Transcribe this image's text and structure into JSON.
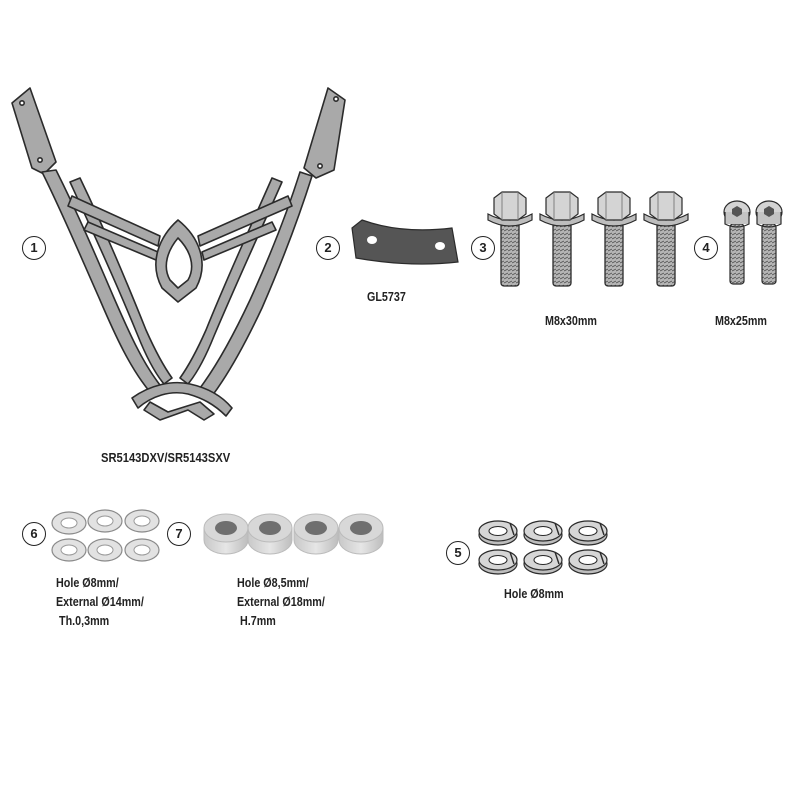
{
  "parts": [
    {
      "number": "1",
      "name": "main-frame",
      "label": "SR5143DXV/SR5143SXV"
    },
    {
      "number": "2",
      "name": "plate",
      "label": "GL5737"
    },
    {
      "number": "3",
      "name": "hex-screws",
      "label": "M8x30mm",
      "quantity": 4
    },
    {
      "number": "4",
      "name": "allen-screws",
      "label": "M8x25mm",
      "quantity": 2
    },
    {
      "number": "5",
      "name": "lock-washers",
      "label": "Hole Ø8mm",
      "quantity": 6
    },
    {
      "number": "6",
      "name": "flat-washers",
      "label_lines": [
        "Hole Ø8mm/",
        "External Ø14mm/",
        "Th.0,3mm"
      ],
      "quantity": 6
    },
    {
      "number": "7",
      "name": "spacers",
      "label_lines": [
        "Hole Ø8,5mm/",
        "External Ø18mm/",
        "H.7mm"
      ],
      "quantity": 4
    }
  ],
  "colors": {
    "part_fill": "#a9a9a9",
    "outline": "#2b2b2b",
    "plate_fill": "#555555",
    "spacer_fill": "#d2d2d2"
  }
}
